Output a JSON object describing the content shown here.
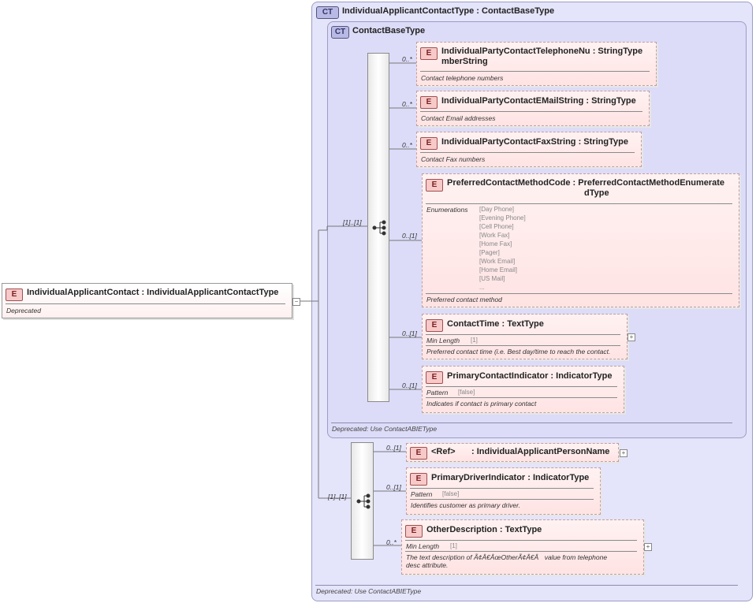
{
  "outer_ct": {
    "badge": "CT",
    "title": "IndividualApplicantContactType : ContactBaseType",
    "footer": "Deprecated: Use ContactABIEType"
  },
  "inner_ct": {
    "badge": "CT",
    "title": "ContactBaseType",
    "footer": "Deprecated: Use ContactABIEType"
  },
  "root_element": {
    "badge": "E",
    "name": "IndividualApplicantContact : IndividualApplicantContactType",
    "doc": "Deprecated",
    "collapse": "−"
  },
  "sequence1": {
    "cardinality": "[1]..[1]"
  },
  "sequence2": {
    "cardinality": "[1]..[1]"
  },
  "elements": {
    "telephone": {
      "badge": "E",
      "name_line1": "IndividualPartyContactTelephoneNu : StringType",
      "name_line2": "mberString",
      "doc": "Contact telephone numbers",
      "cardinality": "0..*"
    },
    "email": {
      "badge": "E",
      "name": "IndividualPartyContactEMailString : StringType",
      "doc": "Contact Email addresses",
      "cardinality": "0..*"
    },
    "fax": {
      "badge": "E",
      "name": "IndividualPartyContactFaxString : StringType",
      "doc": "Contact Fax numbers",
      "cardinality": "0..*"
    },
    "preferred": {
      "badge": "E",
      "name_line1": "PreferredContactMethodCode : PreferredContactMethodEnumerate",
      "name_line2": "dType",
      "facet_label": "Enumerations",
      "enumerations": [
        "[Day Phone]",
        "[Evening Phone]",
        "[Cell Phone]",
        "[Work Fax]",
        "[Home Fax]",
        "[Pager]",
        "[Work Email]",
        "[Home Email]",
        "[US Mail]",
        "..."
      ],
      "doc": "Preferred contact method",
      "cardinality": "0..[1]"
    },
    "contact_time": {
      "badge": "E",
      "name": "ContactTime : TextType",
      "facet_label": "Min Length",
      "facet_value": "[1]",
      "doc": "Preferred contact time (i.e. Best day/time to reach the contact.",
      "cardinality": "0..[1]",
      "expand": "+"
    },
    "primary_contact": {
      "badge": "E",
      "name": "PrimaryContactIndicator : IndicatorType",
      "facet_label": "Pattern",
      "facet_value": "[false]",
      "doc": "Indicates if contact is primary contact",
      "cardinality": "0..[1]"
    },
    "ref": {
      "badge": "E",
      "ref_label": "<Ref>",
      "name": ": IndividualApplicantPersonName",
      "cardinality": "0..[1]",
      "expand": "+"
    },
    "primary_driver": {
      "badge": "E",
      "name": "PrimaryDriverIndicator : IndicatorType",
      "facet_label": "Pattern",
      "facet_value": "[false]",
      "doc": "Identifies customer as primary driver.",
      "cardinality": "0..[1]"
    },
    "other_desc": {
      "badge": "E",
      "name": "OtherDescription : TextType",
      "facet_label": "Min Length",
      "facet_value": "[1]",
      "doc_line1": "The text description of Ã¢Â€ÂœOtherÃ¢Â€Â value from telephone",
      "doc_line2": "desc attribute.",
      "cardinality": "0..*",
      "expand": "+"
    }
  }
}
